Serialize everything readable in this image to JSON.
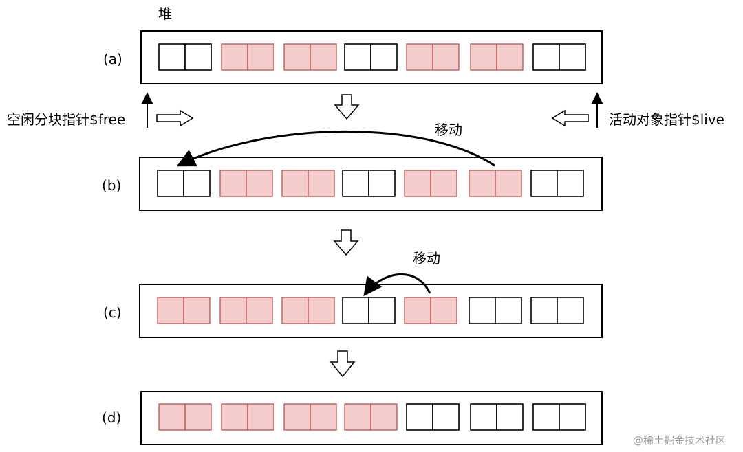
{
  "heap_label": "堆",
  "rows": [
    {
      "id": "a",
      "label": "(a)",
      "blocks": [
        "free",
        "live",
        "live",
        "free",
        "live",
        "live",
        "free"
      ]
    },
    {
      "id": "b",
      "label": "(b)",
      "blocks": [
        "free",
        "live",
        "live",
        "free",
        "live",
        "live",
        "free"
      ]
    },
    {
      "id": "c",
      "label": "(c)",
      "blocks": [
        "live",
        "live",
        "live",
        "free",
        "live",
        "free",
        "free"
      ]
    },
    {
      "id": "d",
      "label": "(d)",
      "blocks": [
        "live",
        "live",
        "live",
        "live",
        "free",
        "free",
        "free"
      ]
    }
  ],
  "free_pointer_label": "空闲分块指针$free",
  "live_pointer_label": "活动对象指针$live",
  "move_labels": [
    "移动",
    "移动"
  ],
  "watermark": "@稀土掘金技术社区",
  "colors": {
    "live_fill": "#f4cccc",
    "live_stroke": "#b85450",
    "free_fill": "#ffffff",
    "stroke": "#000000"
  }
}
